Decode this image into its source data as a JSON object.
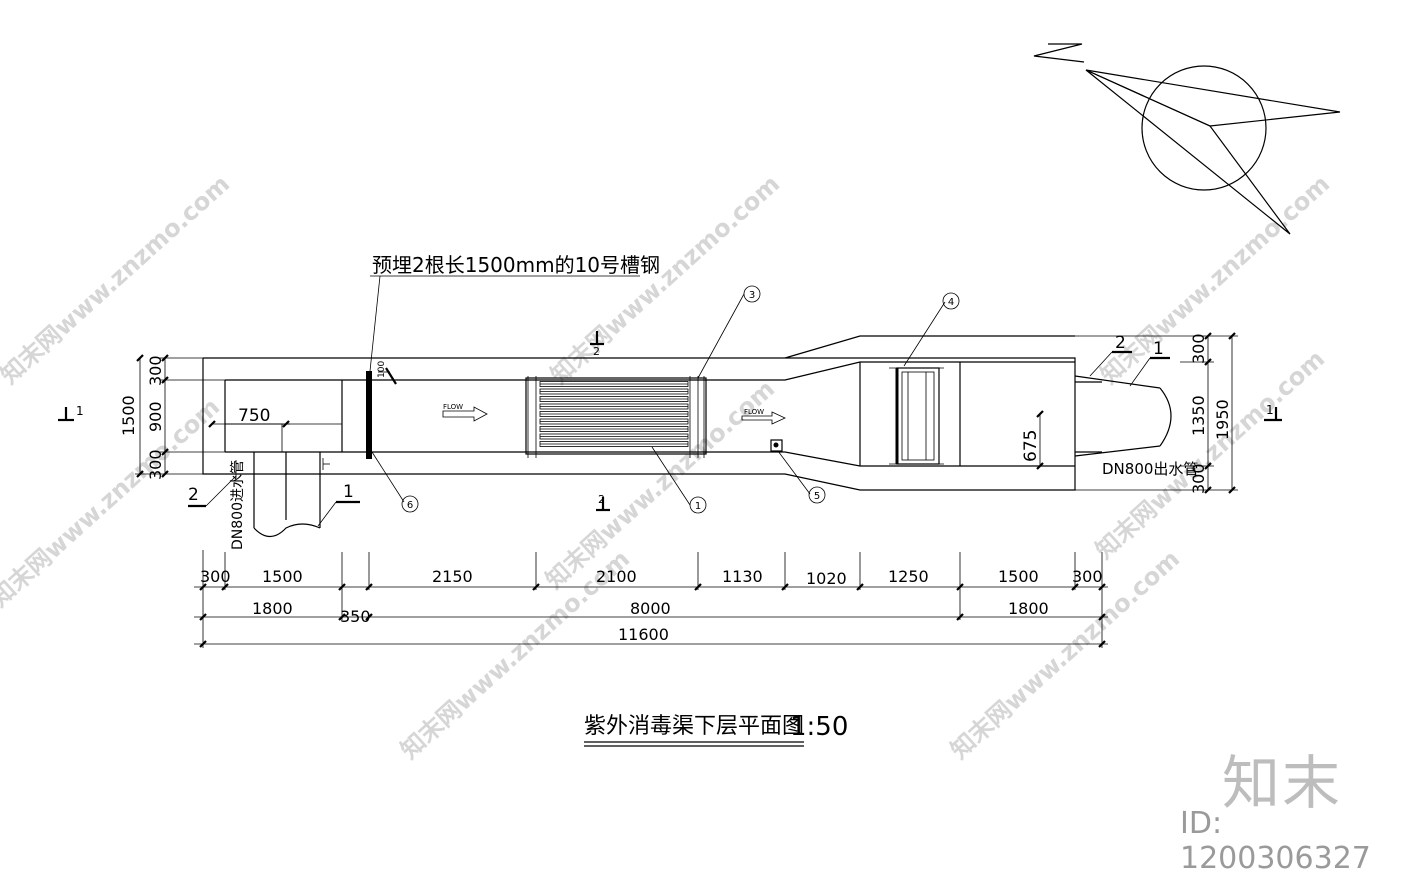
{
  "note_top": "预埋2根长1500mm的10号槽钢",
  "title": "紫外消毒渠下层平面图",
  "scale": "1:50",
  "flow_label": "FLOW",
  "dims_row1": [
    "300",
    "1500",
    "2150",
    "2100",
    "1130",
    "1020",
    "1250",
    "1500",
    "300"
  ],
  "dims_row2": [
    "1800",
    "350",
    "8000",
    "1800"
  ],
  "dims_total": "11600",
  "dims_left": [
    "300",
    "900",
    "300"
  ],
  "dims_left_total": "1500",
  "dims_right": [
    "300",
    "1350",
    "300"
  ],
  "dims_right_total": "1950",
  "dim_inner_left": "750",
  "dim_inner_right": "675",
  "dim_small": "100",
  "pipe_left": "DN800进水管",
  "pipe_right": "DN800出水管",
  "section_labels": [
    "1",
    "1",
    "2",
    "2",
    "1",
    "1",
    "2",
    "2"
  ],
  "callouts": [
    "1",
    "3",
    "4",
    "5",
    "6"
  ],
  "callout_1": "①",
  "callout_3": "③",
  "callout_4": "④",
  "callout_5": "⑤",
  "callout_6": "⑥",
  "watermark": "知末网www.znzmo.com",
  "brand": "知末",
  "id_text": "ID: 1200306327"
}
